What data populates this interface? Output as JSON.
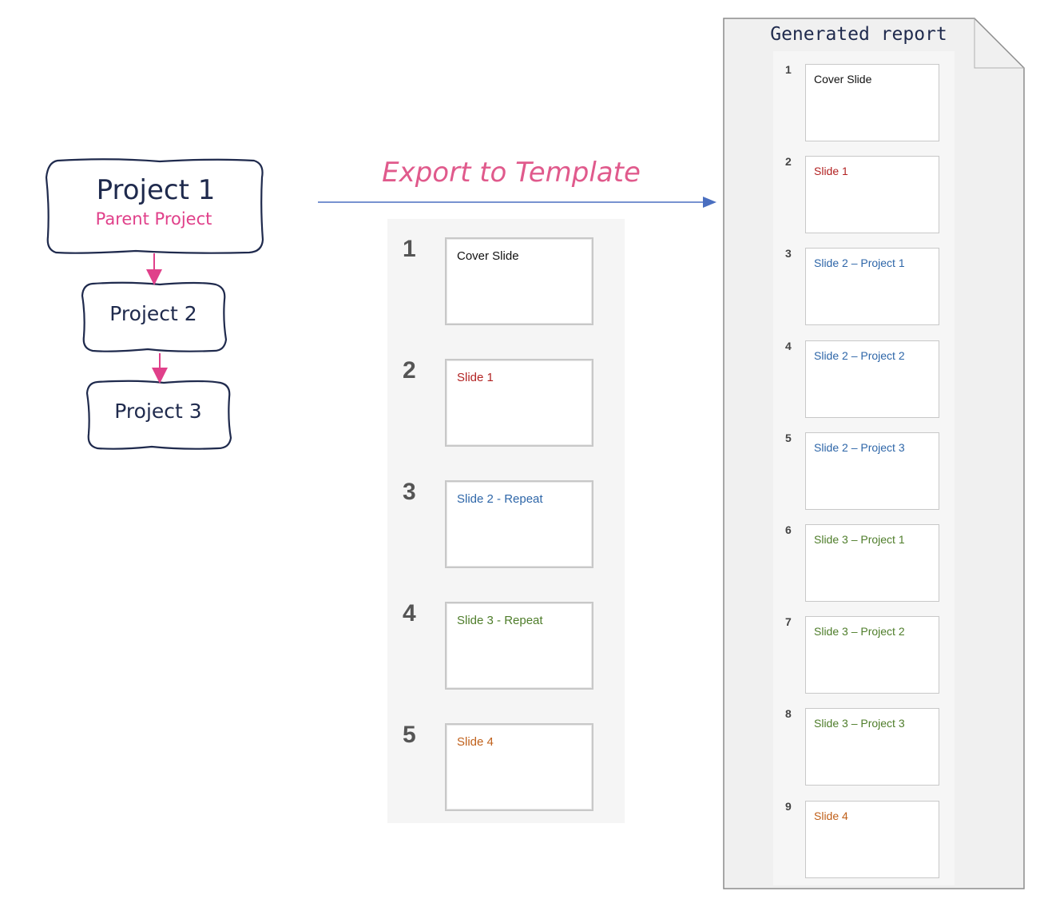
{
  "colors": {
    "navy": "#1f2a4d",
    "pink": "#e0408a",
    "arrow_blue": "#4a6fc0",
    "black": "#111111",
    "red": "#b22222",
    "blue": "#2e66a8",
    "green": "#4e7d2a",
    "orange": "#c0601a"
  },
  "projects": {
    "p1_title": "Project 1",
    "p1_subtitle": "Parent Project",
    "p2_title": "Project 2",
    "p3_title": "Project 3"
  },
  "export": {
    "label": "Export to Template"
  },
  "template": {
    "slides": [
      {
        "number": "1",
        "label": "Cover Slide",
        "color": "black"
      },
      {
        "number": "2",
        "label": "Slide 1",
        "color": "red"
      },
      {
        "number": "3",
        "label": "Slide 2 - Repeat",
        "color": "blue"
      },
      {
        "number": "4",
        "label": "Slide 3 - Repeat",
        "color": "green"
      },
      {
        "number": "5",
        "label": "Slide 4",
        "color": "orange"
      }
    ]
  },
  "report": {
    "title": "Generated report",
    "slides": [
      {
        "number": "1",
        "label": "Cover Slide",
        "color": "black"
      },
      {
        "number": "2",
        "label": "Slide 1",
        "color": "red"
      },
      {
        "number": "3",
        "label": "Slide 2 – Project 1",
        "color": "blue"
      },
      {
        "number": "4",
        "label": "Slide 2 – Project 2",
        "color": "blue"
      },
      {
        "number": "5",
        "label": "Slide 2 – Project 3",
        "color": "blue"
      },
      {
        "number": "6",
        "label": "Slide 3 – Project 1",
        "color": "green"
      },
      {
        "number": "7",
        "label": "Slide 3 – Project 2",
        "color": "green"
      },
      {
        "number": "8",
        "label": "Slide 3 – Project 3",
        "color": "green"
      },
      {
        "number": "9",
        "label": "Slide 4",
        "color": "orange"
      }
    ]
  }
}
